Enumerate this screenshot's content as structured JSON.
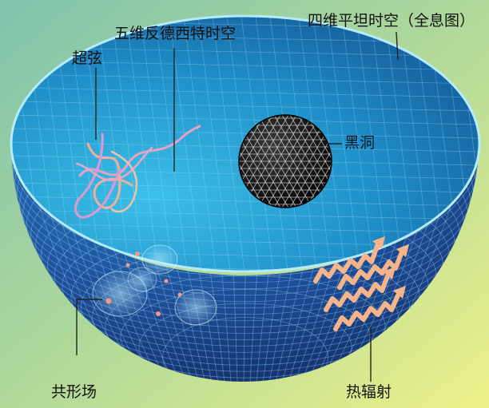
{
  "labels": {
    "ads": "五维反德西特时空",
    "boundary": "四维平坦时空（全息图）",
    "string": "超弦",
    "black_hole": "黑洞",
    "cft": "共形场",
    "radiation": "热辐射"
  },
  "colors": {
    "background_top": "#8fc7a0",
    "background_bottom": "#e9ef8e",
    "bowl_inner": "#2aa8d8",
    "bowl_outer": "#1d4f9c",
    "rim": "#a9e4f5",
    "black_hole": "#151515",
    "string": "#e4a2c5",
    "radiation": "#f6b48a",
    "leader_line": "#222222"
  },
  "icons": [
    "black-hole-sphere-icon",
    "superstring-icon",
    "heat-wave-arrow-icon",
    "conformal-field-bubble-icon"
  ]
}
